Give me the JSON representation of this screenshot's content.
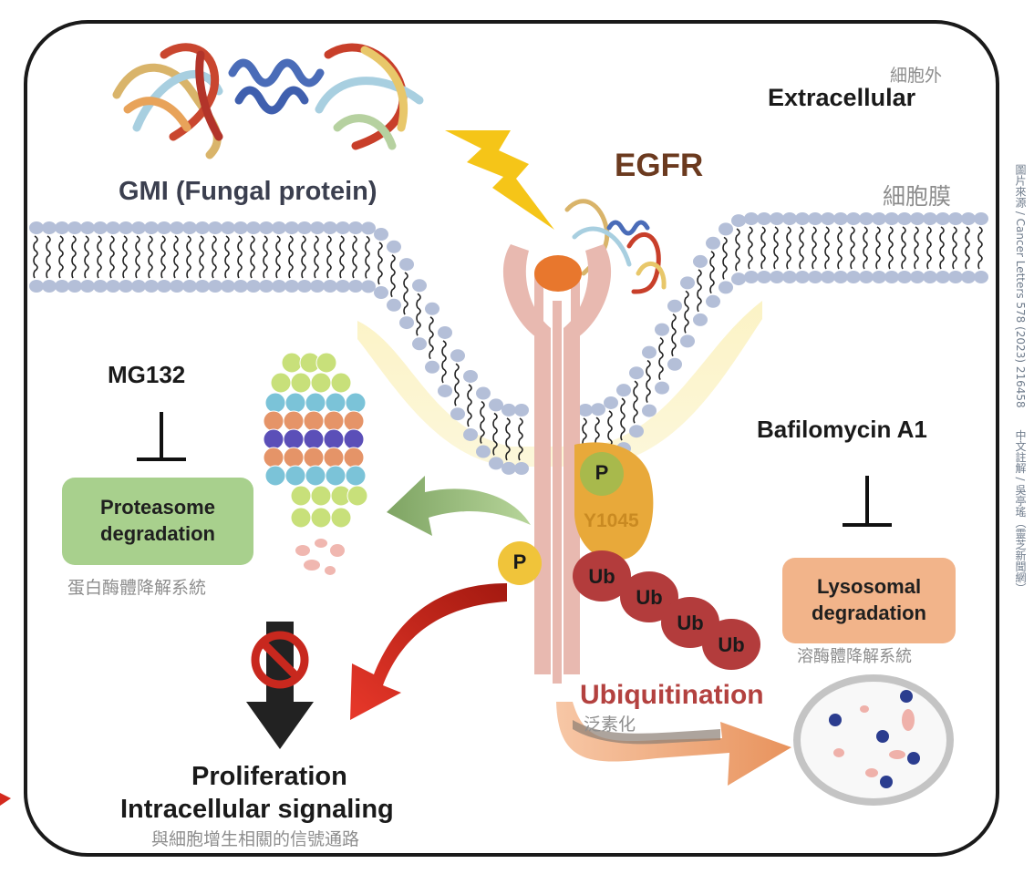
{
  "labels": {
    "extracellular_zh": "細胞外",
    "extracellular": "Extracellular",
    "membrane_zh": "細胞膜",
    "egfr": "EGFR",
    "gmi": "GMI (Fungal protein)",
    "mg132": "MG132",
    "bafilomycin": "Bafilomycin A1",
    "proteasome": "Proteasome degradation",
    "proteasome_zh": "蛋白酶體降解系統",
    "lysosomal": "Lysosomal degradation",
    "lysosomal_zh": "溶酶體降解系統",
    "phospho": "P",
    "y1045": "Y1045",
    "ub": "Ub",
    "ubiquitination": "Ubiquitination",
    "ubiquitination_zh": "泛素化",
    "proliferation_line1": "Proliferation",
    "proliferation_line2": "Intracellular signaling",
    "proliferation_zh": "與細胞增生相關的信號通路"
  },
  "credit": "圖片來源 / Cancer Letters 578 (2023) 216458　　中文註解 / 吳亭瑤（靈芝新聞網）",
  "colors": {
    "egfr_receptor": "#e8b9b0",
    "egfr_label": "#6b3a1f",
    "ligand": "#e8772d",
    "phospho_site": "#f0c43a",
    "y1045_patch": "#e8a93a",
    "ubiquitin": "#b33c3c",
    "ubiquitination_label": "#b3413f",
    "proteasome_box": "#a8d08d",
    "lysosomal_box": "#f2b48a",
    "membrane_head": "#b4bfd8",
    "lightning": "#f5c518",
    "proliferation_arrow": "#d42a1e",
    "blocked_arrow": "#222222"
  },
  "icons": {
    "lightning": "lightning-bolt-icon",
    "inhibition": "inhibition-t-bar-icon",
    "prohibited": "prohibited-sign-icon"
  }
}
